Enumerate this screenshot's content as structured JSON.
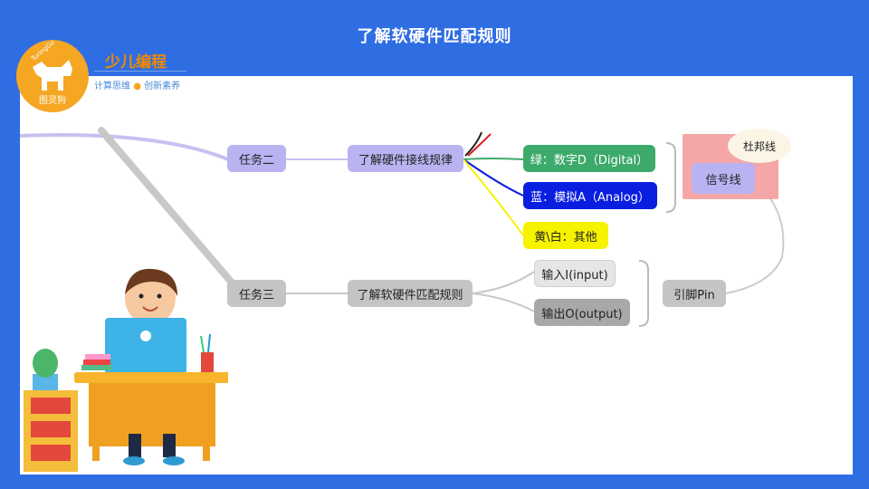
{
  "slide": {
    "title": "了解软硬件匹配规则"
  },
  "brand": {
    "logo_text": "图灵狗",
    "logo_arc_text": "TuringGo",
    "name": "少儿编程",
    "slogan_left": "计算思维",
    "slogan_right": "创新素养",
    "accent": "#f5a623"
  },
  "mindmap": {
    "task2": {
      "label": "任务二",
      "child": "了解硬件接线规律",
      "colors": [
        {
          "label": "绿：数字D（Digital）",
          "color": "#3daa6b"
        },
        {
          "label": "蓝：模拟A（Analog）",
          "color": "#0a1ee0"
        },
        {
          "label": "黄\\白：其他",
          "color": "#f6f200"
        }
      ],
      "signal_line": "信号线",
      "dupont_line": "杜邦线"
    },
    "task3": {
      "label": "任务三",
      "child": "了解软硬件匹配规则",
      "io": [
        {
          "label": "输入I(input)"
        },
        {
          "label": "输出O(output)"
        }
      ],
      "pin": "引脚Pin"
    }
  },
  "colors": {
    "background": "#2f6de3",
    "task_node": "#b9b3f2",
    "gray_node": "#c4c4c4"
  }
}
